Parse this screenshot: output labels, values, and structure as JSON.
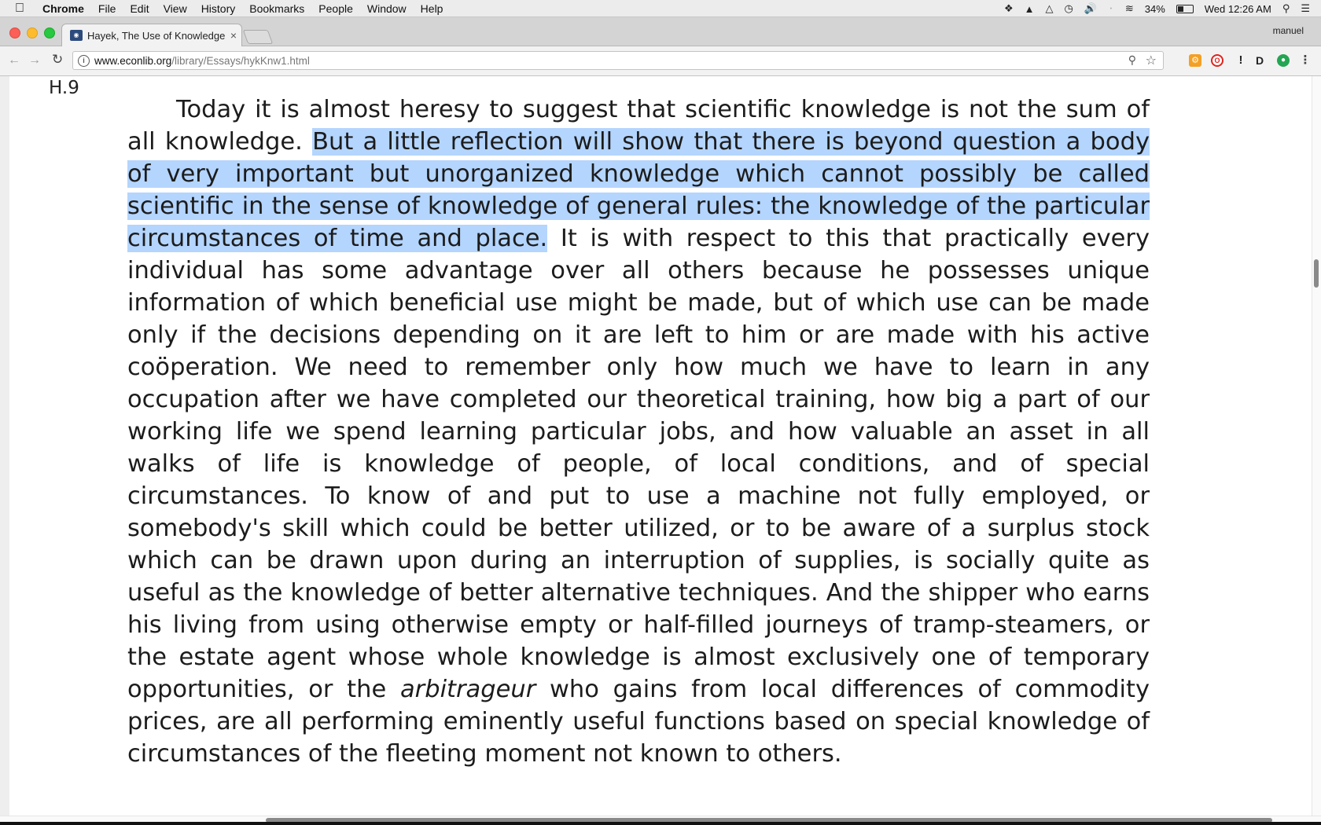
{
  "menubar": {
    "app": "Chrome",
    "items": [
      "File",
      "Edit",
      "View",
      "History",
      "Bookmarks",
      "People",
      "Window",
      "Help"
    ],
    "battery": "34%",
    "clock": "Wed 12:26 AM"
  },
  "browser": {
    "tab_title": "Hayek, The Use of Knowledge",
    "profile": "manuel",
    "url_host": "www.econlib.org",
    "url_path": "/library/Essays/hykKnw1.html"
  },
  "article": {
    "paragraph_id": "H.9",
    "text_before": "Today it is almost heresy to suggest that scientific knowledge is not the sum of all knowledge. ",
    "text_selected": "But a little reflection will show that there is beyond question a body of very important but unorganized knowledge which cannot possibly be called scientific in the sense of knowledge of general rules: the knowledge of the particular circumstances of time and place.",
    "text_middle": " It is with respect to this that practically every individual has some advantage over all others because he possesses unique information of which beneficial use might be made, but of which use can be made only if the decisions depending on it are left to him or are made with his active coöperation. We need to remember only how much we have to learn in any occupation after we have completed our theoretical training, how big a part of our working life we spend learning particular jobs, and how valuable an asset in all walks of life is knowledge of people, of local conditions, and of special circumstances. To know of and put to use a machine not fully employed, or somebody's skill which could be better utilized, or to be aware of a surplus stock which can be drawn upon during an interruption of supplies, is socially quite as useful as the knowledge of better alternative techniques. And the shipper who earns his living from using otherwise empty or half-filled journeys of tramp-steamers, or the estate agent whose whole knowledge is almost exclusively one of temporary opportunities, or the ",
    "text_italic": "arbitrageur",
    "text_after": " who gains from local differences of commodity prices, are all performing eminently useful functions based on special knowledge of circumstances of the fleeting moment not known to others."
  },
  "colors": {
    "selection": "#b4d5fe",
    "text": "#1c1c1c"
  }
}
